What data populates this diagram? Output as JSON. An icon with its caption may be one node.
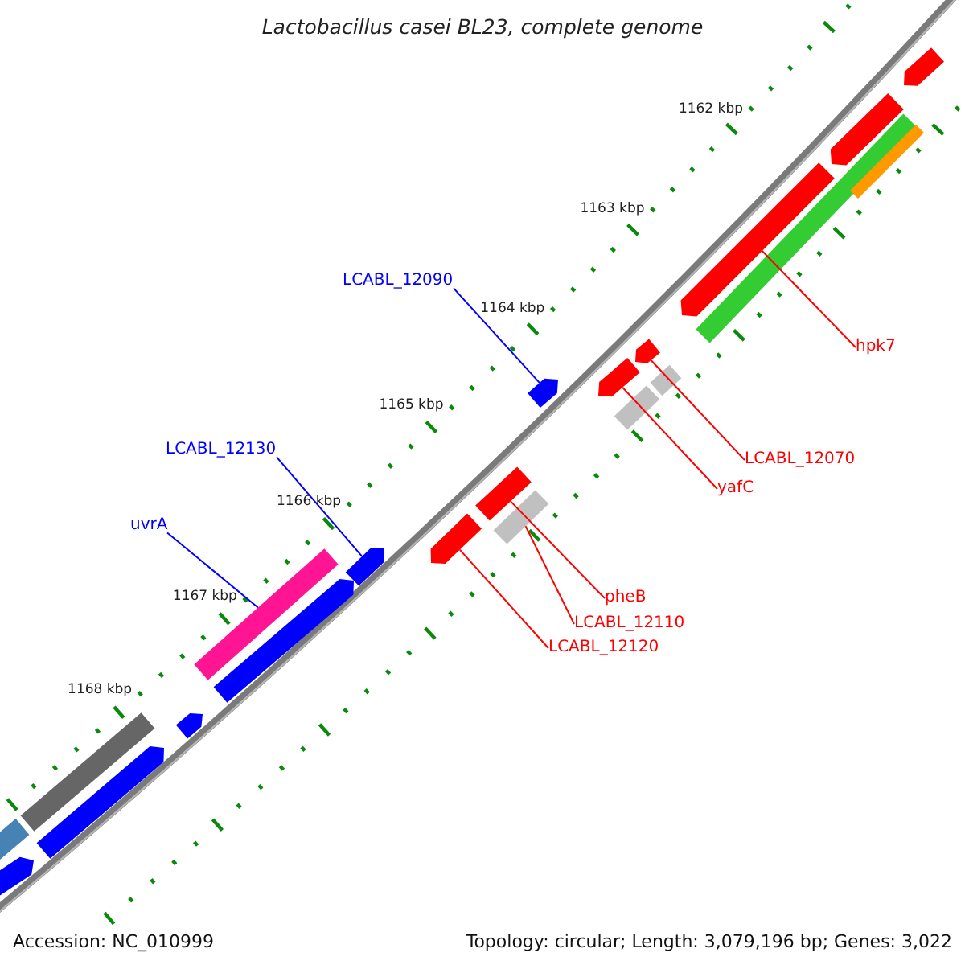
{
  "diagram": {
    "title": "Lactobacillus casei BL23, complete genome",
    "nodes": [
      {
        "text": [
          "LCABL_12090"
        ]
      },
      {
        "text": [
          "LCABL_12130"
        ]
      },
      {
        "text": [
          "uvrA"
        ]
      },
      {
        "text": [
          "hpk7"
        ]
      },
      {
        "text": [
          "LCABL_12070"
        ]
      },
      {
        "text": [
          "yafC"
        ]
      },
      {
        "text": [
          "pheB"
        ]
      },
      {
        "text": [
          "LCABL_12110"
        ]
      },
      {
        "text": [
          "LCABL_12120"
        ]
      },
      {
        "text": [],
        "shape": "bar"
      },
      {
        "text": [],
        "shape": "bar"
      },
      {
        "text": [],
        "shape": "bar"
      },
      {
        "text": [],
        "shape": "bar"
      },
      {
        "text": [],
        "shape": "bar"
      },
      {
        "text": [],
        "shape": "bar"
      },
      {
        "text": [],
        "shape": "bar"
      },
      {
        "text": [],
        "shape": "bar"
      },
      {
        "text": [],
        "shape": "bar"
      },
      {
        "text": [],
        "shape": "bar"
      },
      {
        "text": [],
        "shape": "bar"
      },
      {
        "text": [],
        "shape": "bar"
      },
      {
        "text": [],
        "shape": "bar"
      },
      {
        "text": [],
        "shape": "bar"
      },
      {
        "text": [],
        "shape": "bar"
      },
      {
        "text": [],
        "shape": "bar"
      },
      {
        "text": [],
        "shape": "bar"
      },
      {
        "text": [],
        "shape": "bar"
      },
      {
        "text": [],
        "shape": "bar"
      },
      {
        "text": [],
        "shape": "bar"
      },
      {
        "text": [],
        "shape": "bar"
      }
    ],
    "edges": [
      {
        "from": 0,
        "to": 9,
        "arrow": "none",
        "color": "#0000ff"
      },
      {
        "from": 1,
        "to": 10,
        "arrow": "none",
        "color": "#0000ff"
      },
      {
        "from": 2,
        "to": 11,
        "arrow": "none",
        "color": "#0000ff"
      },
      {
        "from": 3,
        "to": 12,
        "arrow": "none"
      },
      {
        "from": 4,
        "to": 13,
        "arrow": "none"
      },
      {
        "from": 5,
        "to": 14,
        "arrow": "none"
      },
      {
        "from": 6,
        "to": 15,
        "arrow": "none"
      },
      {
        "from": 7,
        "to": 16,
        "arrow": "none"
      },
      {
        "from": 8,
        "to": 17,
        "arrow": "none"
      }
    ],
    "labels": [
      "1162 kbp",
      "1163 kbp",
      "1164 kbp",
      "1165 kbp",
      "1166 kbp",
      "1167 kbp",
      "1168 kbp",
      "Accession: NC_010999",
      "Topology: circular; Length: 3,079,196 bp; Genes: 3,022"
    ]
  }
}
